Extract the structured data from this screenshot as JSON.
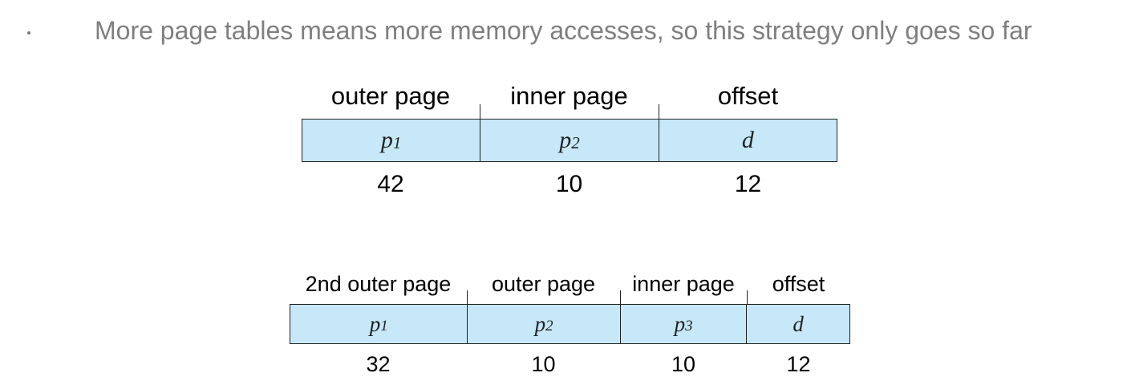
{
  "bullet": {
    "text": "More page tables means more memory accesses, so this strategy only goes so far"
  },
  "diagrams": [
    {
      "headers": [
        "outer page",
        "inner page",
        "offset"
      ],
      "fields": [
        {
          "symbol": "p",
          "subscript": "1"
        },
        {
          "symbol": "p",
          "subscript": "2"
        },
        {
          "symbol": "d",
          "subscript": ""
        }
      ],
      "bits": [
        "42",
        "10",
        "12"
      ]
    },
    {
      "headers": [
        "2nd outer page",
        "outer page",
        "inner page",
        "offset"
      ],
      "fields": [
        {
          "symbol": "p",
          "subscript": "1"
        },
        {
          "symbol": "p",
          "subscript": "2"
        },
        {
          "symbol": "p",
          "subscript": "3"
        },
        {
          "symbol": "d",
          "subscript": ""
        }
      ],
      "bits": [
        "32",
        "10",
        "10",
        "12"
      ]
    }
  ],
  "colors": {
    "field_fill": "#c6e8f8",
    "bullet_text": "#7f7f7f"
  }
}
